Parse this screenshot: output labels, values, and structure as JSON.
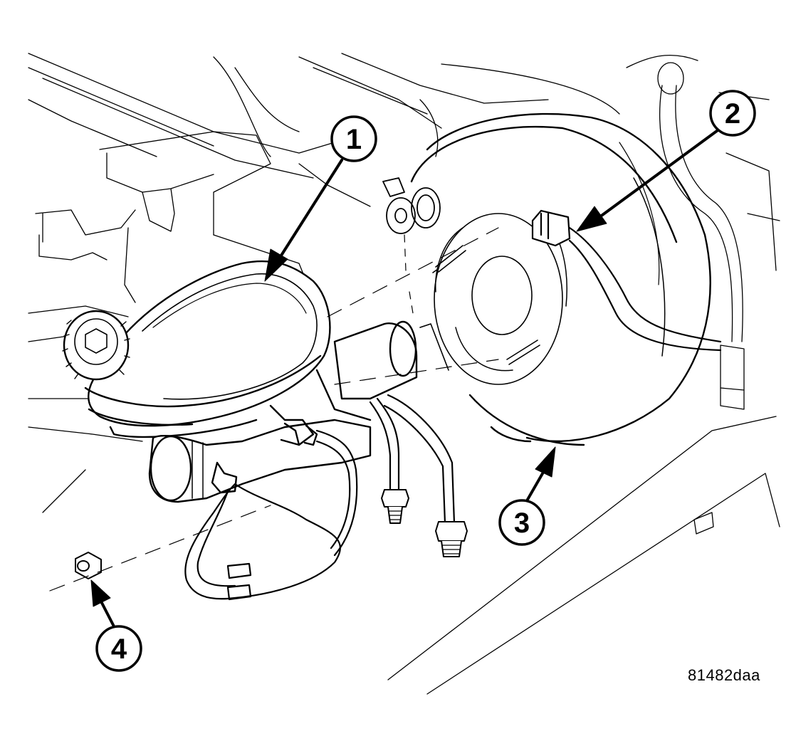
{
  "figure_id": "81482daa",
  "callouts": [
    {
      "label": "1"
    },
    {
      "label": "2"
    },
    {
      "label": "3"
    },
    {
      "label": "4"
    }
  ],
  "colors": {
    "line": "#000000",
    "background": "#ffffff"
  }
}
